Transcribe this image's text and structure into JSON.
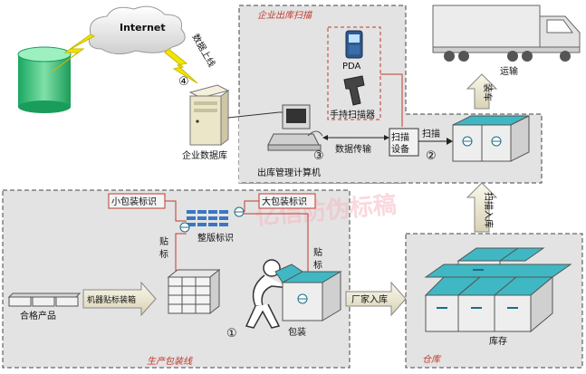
{
  "labels": {
    "internet": "Internet",
    "data_upload": "数据上线",
    "num4": "④",
    "enterprise_db": "企业数据库",
    "outbound_scan_title": "企业出库扫描",
    "pda": "PDA",
    "handheld_scanner": "手持扫描器",
    "outbound_computer": "出库管理计算机",
    "num3": "③",
    "data_transfer": "数据传输",
    "scan_device": "扫描设备",
    "scan": "扫描",
    "num2": "②",
    "loading": "装车",
    "transport": "运输",
    "scan_inbound": "扫描入库",
    "small_pkg_label": "小包装标识",
    "big_pkg_label": "大包装标识",
    "pallet_label": "整版标识",
    "stick_label_left": "贴标",
    "stick_label_right": "贴标",
    "qualified_product": "合格产品",
    "machine_labeling": "机器贴标装箱",
    "packaging": "包装",
    "num1": "①",
    "factory_inbound": "厂家入库",
    "production_line_title": "生产包装线",
    "warehouse_title": "仓库",
    "stock": "库存",
    "watermark": "亿信防伪标稿"
  },
  "colors": {
    "panel_fill": "#e3e3e3",
    "panel_border": "#444444",
    "red_line": "#c0392b",
    "teal": "#3fb8c4",
    "arrow_fill": "#f3efdc",
    "db_green": "#2fbf7a"
  }
}
